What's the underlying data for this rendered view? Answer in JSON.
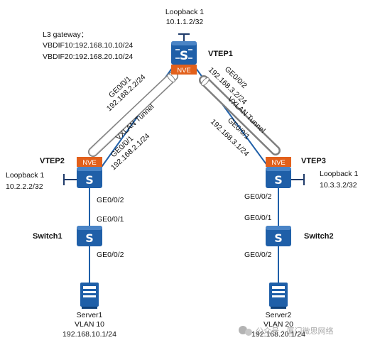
{
  "colors": {
    "device": "#1f5fa8",
    "nve": "#e2601b",
    "line": "#1f5fa8",
    "tunnel": "#888888"
  },
  "vtep1": {
    "name": "VTEP1",
    "nve": "NVE",
    "loopback_label": "Loopback 1",
    "loopback_ip": "10.1.1.2/32",
    "gateway_title": "L3 gateway：",
    "gateway_vbdif10": "VBDIF10:192.168.10.10/24",
    "gateway_vbdif20": "VBDIF20:192.168.20.10/24",
    "left_port": "GE0/0/1",
    "left_ip": "192.168.2.2/24",
    "right_port": "GE0/0/2",
    "right_ip": "192.168.3.2/24"
  },
  "vtep2": {
    "name": "VTEP2",
    "nve": "NVE",
    "loopback_label": "Loopback 1",
    "loopback_ip": "10.2.2.2/32",
    "up_port": "GE0/0/1",
    "up_ip": "192.168.2.1/24",
    "down_port": "GE0/0/2"
  },
  "vtep3": {
    "name": "VTEP3",
    "nve": "NVE",
    "loopback_label": "Loopback 1",
    "loopback_ip": "10.3.3.2/32",
    "up_port": "GE0/0/1",
    "up_ip": "192.168.3.1/24",
    "down_port": "GE0/0/2"
  },
  "tunnels": {
    "left": "VXLAN Tunnel",
    "right": "VXLAN Tunnel"
  },
  "switch1": {
    "name": "Switch1",
    "up_port": "GE0/0/1",
    "down_port": "GE0/0/2"
  },
  "switch2": {
    "name": "Switch2",
    "up_port": "GE0/0/1",
    "down_port": "GE0/0/2"
  },
  "server1": {
    "name": "Server1",
    "vlan": "VLAN 10",
    "ip": "192.168.10.1/24"
  },
  "server2": {
    "name": "Server2",
    "vlan": "VLAN 20",
    "ip": "192.168.20.1/24"
  },
  "watermark": "公众号 · 厦门微思网络"
}
